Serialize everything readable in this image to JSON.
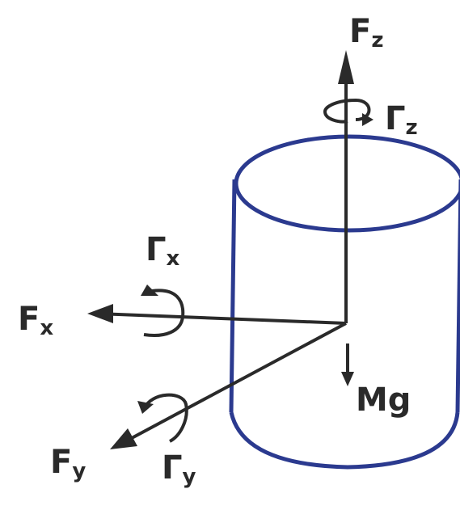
{
  "labels": {
    "fz": {
      "main": "F",
      "sub": "z"
    },
    "gamma_z": {
      "main": "Γ",
      "sub": "z"
    },
    "gamma_x": {
      "main": "Γ",
      "sub": "x"
    },
    "fx": {
      "main": "F",
      "sub": "x"
    },
    "mg": "Mg",
    "fy": {
      "main": "F",
      "sub": "y"
    },
    "gamma_y": {
      "main": "Γ",
      "sub": "y"
    }
  },
  "colors": {
    "cylinder": "#2b3a8f",
    "ink": "#2a2a2a"
  }
}
